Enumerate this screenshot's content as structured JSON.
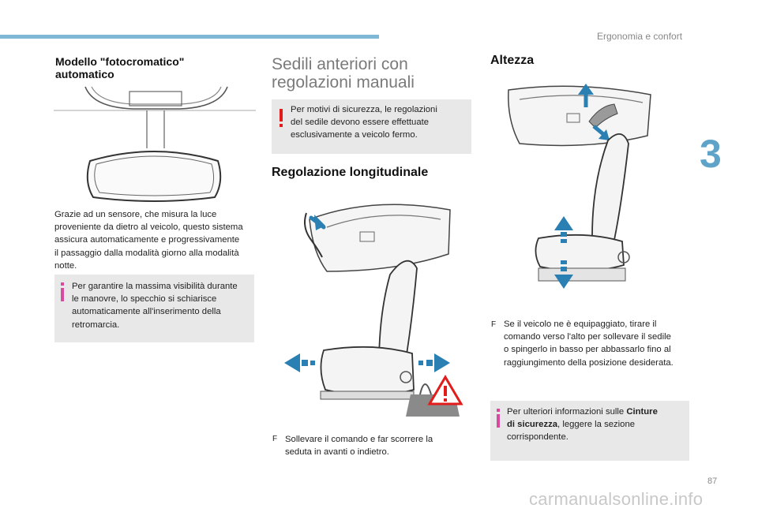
{
  "header": {
    "section_title": "Ergonomia e confort",
    "chapter_number": "3",
    "page_number": "87"
  },
  "col1": {
    "heading_line1": "Modello \"fotocromatico\"",
    "heading_line2": "automatico",
    "paragraph_lines": [
      "Grazie ad un sensore, che misura la luce",
      "proveniente da dietro al veicolo, questo sistema",
      "assicura automaticamente e progressivamente",
      "il passaggio dalla modalità giorno alla modalità",
      "notte."
    ],
    "info_lines": [
      "Per garantire la massima visibilità durante",
      "le manovre, lo specchio si schiarisce",
      "automaticamente all'inserimento della",
      "retromarcia."
    ]
  },
  "col2": {
    "heading_line1": "Sedili anteriori con",
    "heading_line2": "regolazioni manuali",
    "warning_lines": [
      "Per motivi di sicurezza, le regolazioni",
      "del sedile devono essere effettuate",
      "esclusivamente a veicolo fermo."
    ],
    "subheading": "Regolazione longitudinale",
    "bullet_symbol": "F",
    "bullet_lines": [
      "Sollevare il comando e far scorrere la",
      "seduta in avanti o indietro."
    ]
  },
  "col3": {
    "heading": "Altezza",
    "bullet_symbol": "F",
    "bullet_lines": [
      "Se il veicolo ne è equipaggiato, tirare il",
      "comando verso l'alto per sollevare il sedile",
      "o spingerlo in basso per abbassarlo fino al",
      "raggiungimento della posizione desiderata."
    ],
    "info_prefix": "Per ulteriori informazioni sulle ",
    "info_bold_1": "Cinture",
    "info_bold_2": "di sicurezza",
    "info_suffix": ", leggere la sezione",
    "info_line3": "corrispondente."
  },
  "watermark": "carmanualsonline.info",
  "colors": {
    "accent_blue": "#5fa3c9",
    "arrow_blue": "#2a7fb3",
    "info_pink": "#d84aa0",
    "warning_red": "#e21b1b",
    "box_grey": "#e8e8e8"
  }
}
